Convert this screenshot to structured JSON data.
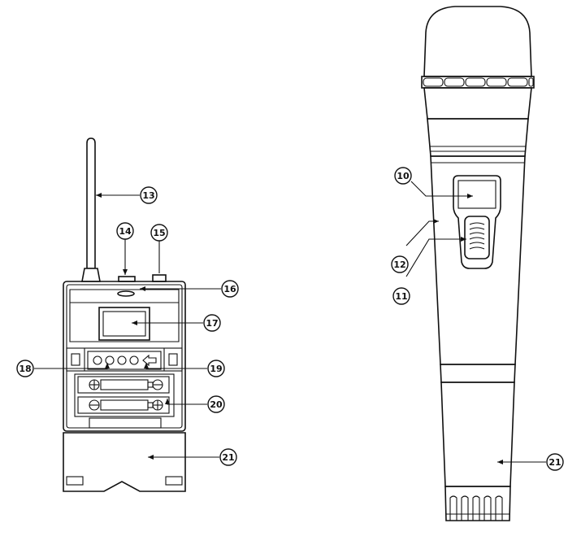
{
  "callouts": {
    "c10": "10",
    "c11": "11",
    "c12": "12",
    "c13": "13",
    "c14": "14",
    "c15": "15",
    "c16": "16",
    "c17": "17",
    "c18": "18",
    "c19": "19",
    "c20": "20",
    "c21_bodypack": "21",
    "c21_handheld": "21"
  },
  "colors": {
    "line": "#111111",
    "background": "#ffffff"
  }
}
